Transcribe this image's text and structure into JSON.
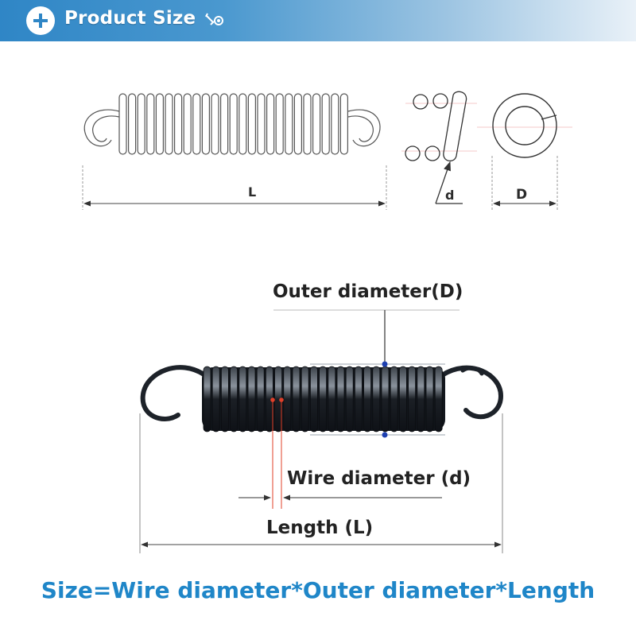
{
  "header": {
    "title": "Product Size",
    "plus_icon": "plus-circle-icon",
    "tool_icon": "screw-wrench-icon",
    "colors": {
      "banner": "#2f86c6",
      "banner_fade": "#e9f1f8"
    }
  },
  "technical_drawing": {
    "length_label": "L",
    "wire_diameter_label": "d",
    "outer_diameter_label": "D"
  },
  "photo_annotations": {
    "outer_diameter": "Outer diameter(D)",
    "wire_diameter": "Wire diameter (d)",
    "length": "Length (L)"
  },
  "formula": "Size=Wire diameter*Outer diameter*Length",
  "colors": {
    "formula_text": "#1f86c8",
    "marker_red": "#e0402a",
    "marker_blue": "#1d3fb0"
  }
}
